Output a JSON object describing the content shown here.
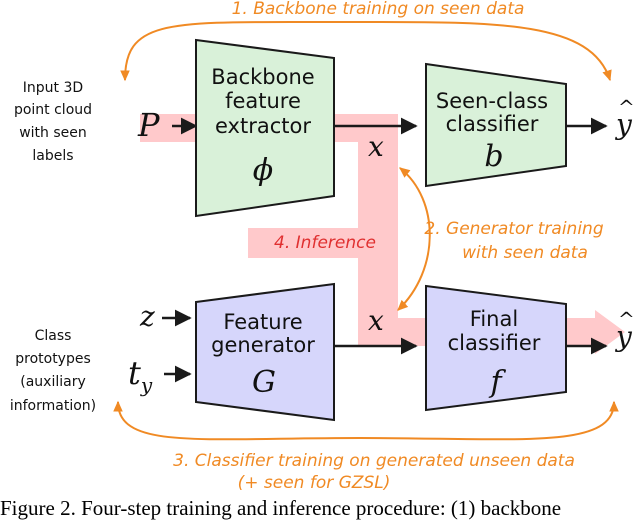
{
  "colors": {
    "accent_orange": "#f08a24",
    "inference_red": "#e03030",
    "pink_path": "#ffc9cb",
    "green_fill": "#d9f1d9",
    "blue_fill": "#d6d6fb",
    "stroke": "#1a1a1a"
  },
  "step1": "1. Backbone training on seen data",
  "step2_line1": "2. Generator training",
  "step2_line2": "with seen data",
  "step3_line1": "3. Classifier training on generated unseen data",
  "step3_line2": "(+ seen for GZSL)",
  "step4": "4. Inference",
  "input_label": [
    "Input 3D",
    "point cloud",
    "with seen",
    "labels"
  ],
  "prototype_label": [
    "Class",
    "prototypes",
    "(auxiliary",
    "information)"
  ],
  "backbone": {
    "lines": [
      "Backbone",
      "feature",
      "extractor"
    ],
    "symbol": "ϕ"
  },
  "seen_classifier": {
    "lines": [
      "Seen-class",
      "classifier"
    ],
    "symbol": "b"
  },
  "generator": {
    "lines": [
      "Feature",
      "generator"
    ],
    "symbol": "G"
  },
  "final_classifier": {
    "lines": [
      "Final",
      "classifier"
    ],
    "symbol": "f"
  },
  "symbols": {
    "P": "P",
    "x_top": "x",
    "x_bottom": "x",
    "z": "z",
    "t": "t",
    "t_sub": "y",
    "y": "y",
    "hat": "^"
  },
  "caption": "Figure 2. Four-step training and inference procedure: (1) backbone"
}
